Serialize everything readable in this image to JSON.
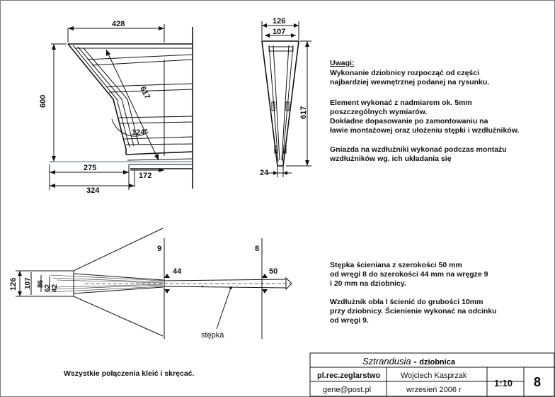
{
  "dimensions": {
    "top_width": "428",
    "height": "600",
    "diagonal": "617",
    "angle": "124°",
    "base_275": "275",
    "base_172": "172",
    "base_324": "324",
    "stem_width_126": "126",
    "stem_width_107": "107",
    "stem_height_617": "617",
    "stem_tip_24": "24",
    "station_9": "9",
    "station_8": "8",
    "keel_44": "44",
    "keel_50": "50",
    "keel_126": "126",
    "keel_107": "107",
    "keel_86": "86",
    "keel_62": "62",
    "keel_42": "42",
    "stepka_label": "stępka"
  },
  "notes_top": [
    "Uwagi:",
    "Wykonanie dziobnicy rozpocząć od części",
    "najbardziej wewnętrznej podanej na rysunku.",
    "",
    "Element wykonać z nadmiarem ok. 5mm",
    "poszczególnych wymiarów.",
    "Dokładne dopasowanie po zamontowaniu na",
    "ławie montażowej oraz ułożeniu stępki i wzdłużników.",
    "",
    "Gniazda na wzdłużniki wykonać podczas montażu",
    "wzdłużników wg. ich układania się"
  ],
  "notes_bottom": [
    "Stępka ścieniana z szerokości 50 mm",
    "od wręgi 8 do szerokości 44 mm na wręgze 9",
    "i 20 mm na dziobnicy.",
    "",
    "Wzdłużnik obła l  ścienić do grubości 10mm",
    "przy dziobnicy. Ścienienie wykonać na odcinku",
    "od wręgi 9."
  ],
  "footer_note": "Wszystkie połączenia kleić i skręcać.",
  "title_block": {
    "title": "Sztrandusia",
    "dash": " - ",
    "subtitle": "dziobnica",
    "site": "pl.rec.zeglarstwo",
    "author": "Wojciech Kasprzak",
    "scale": "1:10",
    "sheet": "8",
    "email": "gene@post.pl",
    "date": "wrzesień 2006 r"
  }
}
